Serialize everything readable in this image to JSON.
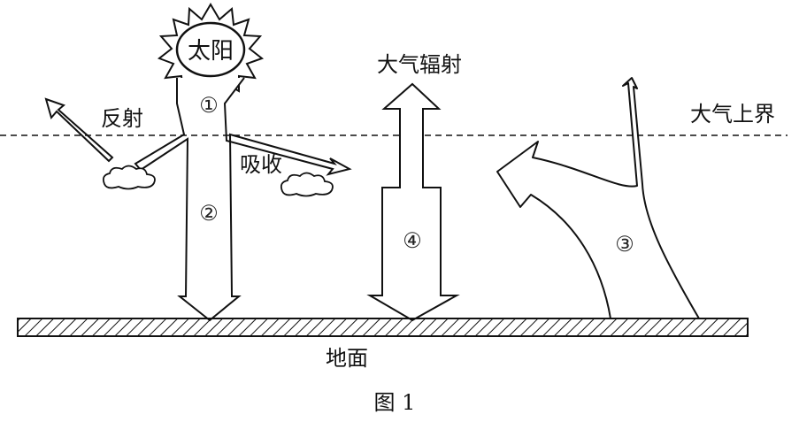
{
  "diagram": {
    "labels": {
      "sun": "太阳",
      "reflection": "反射",
      "absorption": "吸收",
      "atmospheric_radiation": "大气辐射",
      "upper_atmosphere_boundary": "大气上界",
      "ground": "地面",
      "figure_caption": "图 1"
    },
    "markers": {
      "m1": "①",
      "m2": "②",
      "m3": "③",
      "m4": "④"
    }
  }
}
